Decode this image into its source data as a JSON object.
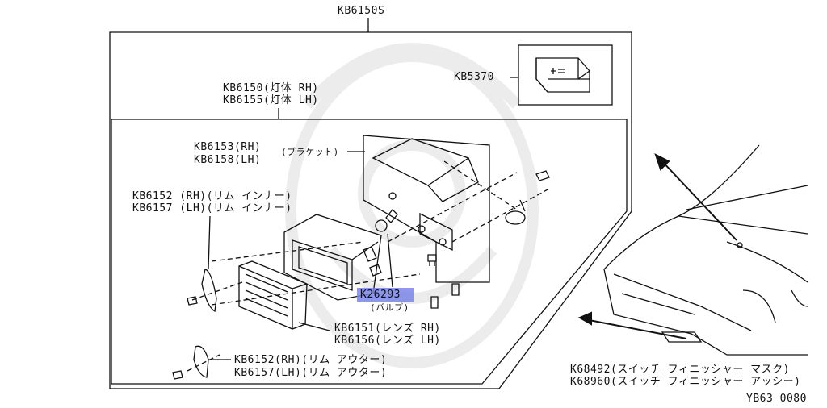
{
  "assembly": {
    "code": "KB6150S"
  },
  "switch_part": {
    "code": "KB5370"
  },
  "lamp_body": {
    "rh": "KB6150(灯体 RH)",
    "lh": "KB6155(灯体 LH)"
  },
  "bracket": {
    "rh": "KB6153(RH)",
    "lh": "KB6158(LH)",
    "name": "(ブラケット)"
  },
  "rim_inner": {
    "rh": "KB6152 (RH)(リム インナー)",
    "lh": "KB6157 (LH)(リム インナー)"
  },
  "bulb": {
    "code_part1": "K262",
    "code_part2": "93",
    "name": "(バルブ)"
  },
  "lens": {
    "rh": "KB6151(レンズ RH)",
    "lh": "KB6156(レンズ LH)"
  },
  "rim_outer": {
    "rh": "KB6152(RH)(リム アウター)",
    "lh": "KB6157(LH)(リム アウター)"
  },
  "switch_finisher": {
    "mask": "K68492(スイッチ フィニッシャー マスク)",
    "assy": "K68960(スイッチ フィニッシャー アッシー)"
  },
  "figure_id": "YB63 0080",
  "colors": {
    "line": "#111111",
    "highlight": "#7a86e6"
  }
}
